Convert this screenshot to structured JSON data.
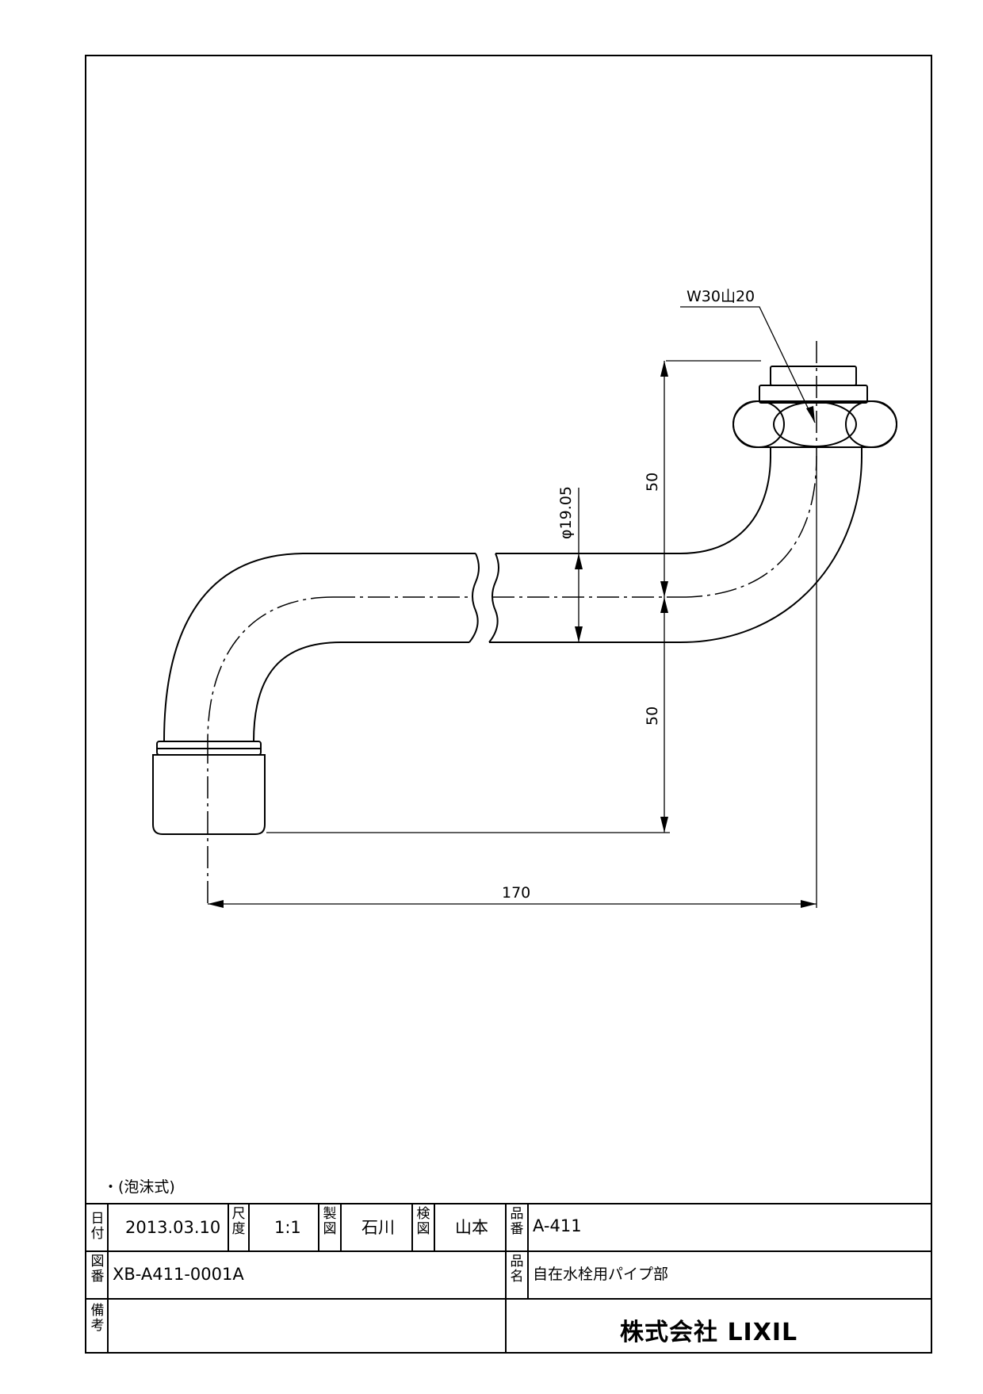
{
  "drawing": {
    "dim_thread": "W30山20",
    "dim_diameter": "φ19.05",
    "dim_height_upper": "50",
    "dim_height_lower": "50",
    "dim_length": "170",
    "note": "・(泡沫式)"
  },
  "title_block": {
    "date_label": "日付",
    "date_value": "2013.03.10",
    "scale_label": "尺度",
    "scale_value": "1:1",
    "drafter_label": "製図",
    "drafter_value": "石川",
    "checker_label": "検図",
    "checker_value": "山本",
    "part_no_label": "品番",
    "part_no_value": "A-411",
    "drawing_no_label": "図番",
    "drawing_no_value": "XB-A411-0001A",
    "part_name_label": "品名",
    "part_name_value": "自在水栓用パイプ部",
    "remarks_label": "備考",
    "company": "株式会社 LIXIL"
  }
}
